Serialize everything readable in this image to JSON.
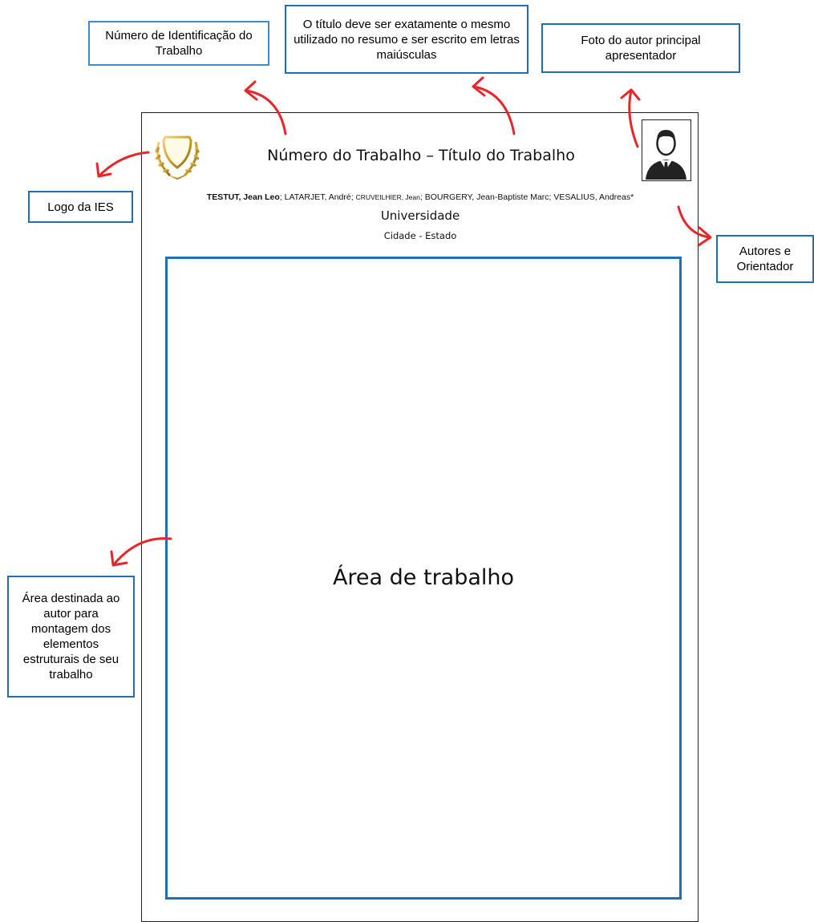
{
  "document": {
    "title": "Número do Trabalho – Título do Trabalho",
    "authors": {
      "lead": "TESTUT, Jean Leo",
      "part2": "; LATARJET, André; ",
      "part3": "CRUVEILHIER, Jean",
      "part4": "; BOURGERY, Jean-Baptiste Marc; VESALIUS, Andreas*"
    },
    "university": "Universidade",
    "city": "Cidade - Estado",
    "work_area_label": "Área de trabalho"
  },
  "callouts": {
    "numero": "Número de Identificação do Trabalho",
    "titulo": "O título deve ser exatamente o mesmo utilizado no resumo e ser escrito em letras maiúsculas",
    "foto": "Foto do autor principal apresentador",
    "logo": "Logo da IES",
    "autores": "Autores e Orientador",
    "area": "Área destinada ao autor para montagem dos elementos estruturais de seu trabalho"
  },
  "colors": {
    "callout_border": "#1f6fb5",
    "arrow": "#e8262a",
    "logo_gold": "#c9a227"
  },
  "icons": {
    "logo": "laurel-shield-icon",
    "photo": "person-avatar-icon"
  }
}
